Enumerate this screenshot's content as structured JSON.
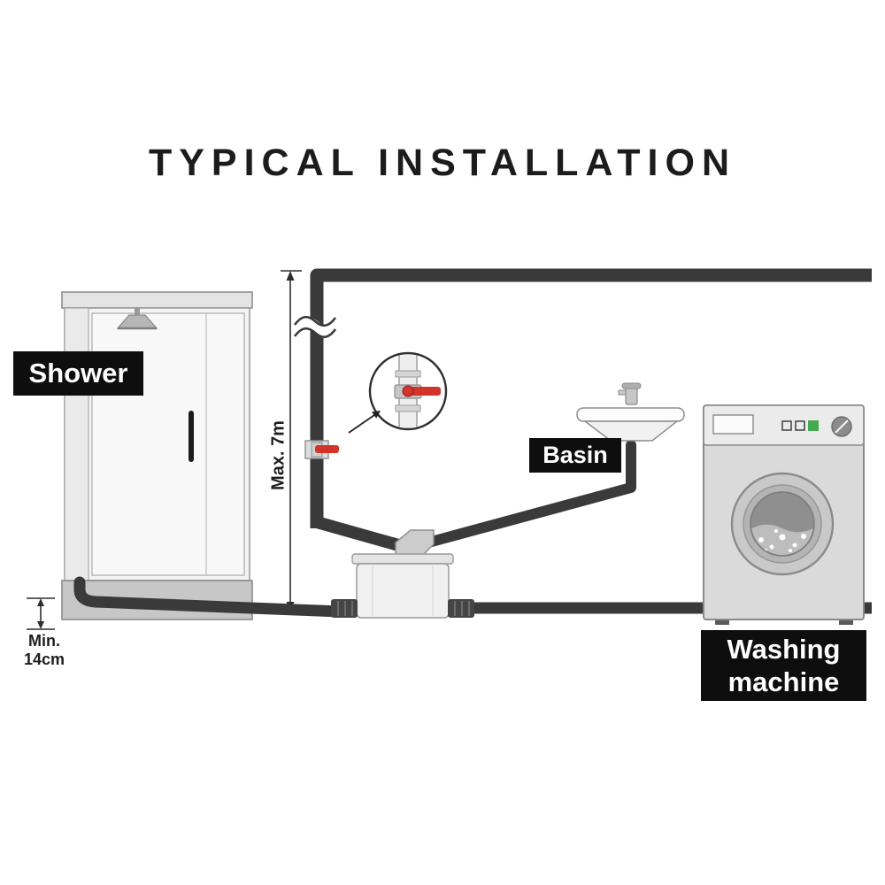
{
  "title": "TYPICAL INSTALLATION",
  "fixtures": {
    "shower": {
      "label": "Shower"
    },
    "basin": {
      "label": "Basin"
    },
    "washing_machine": {
      "label_line1": "Washing",
      "label_line2": "machine"
    }
  },
  "dimensions": {
    "max_discharge_height": "Max. 7m",
    "min_inlet_height_line1": "Min.",
    "min_inlet_height_line2": "14cm"
  },
  "colors": {
    "pipe": "#3a3a3a",
    "label_bg": "#0e0e0e",
    "label_text": "#ffffff",
    "valve_red": "#d2342c",
    "power_green": "#44a94f",
    "dim_line": "#2d2d2d"
  },
  "icons": {
    "shower_head_icon": "trapezoid spray head",
    "faucet_icon": "small tap cylinder",
    "pipe_break_icon": "double wavy break lines",
    "valve_detail_icon": "magnifier circle with red lever valve",
    "washing_machine_door_icon": "porthole circle with suds bubbles",
    "arrow_icon": "pointer from valve to detail circle"
  }
}
